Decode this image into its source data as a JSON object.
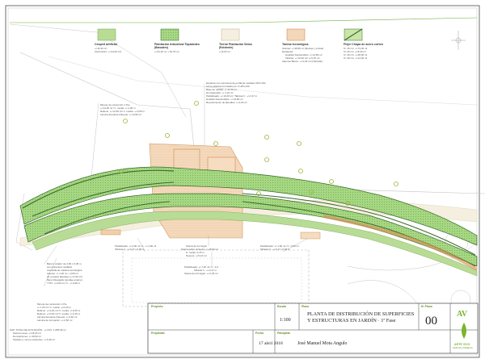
{
  "legend": [
    {
      "name": "Césped artificial",
      "lines": [
        "+/-11,50 m²",
        "(Suministro: +/-24,00 m²)"
      ],
      "color": "#b8dc95"
    },
    {
      "name": "Plantación Arbustiva/ Tapizantes",
      "sub": "(Bancales)",
      "lines": [
        "+/-61,20 m² + 81,70 m²"
      ],
      "color": "#a6d782"
    },
    {
      "name": "Tierra/ Plantación Setos",
      "sub": "(Existente)",
      "lines": [
        "+/-8,20 m²"
      ],
      "color": "#f5efe0"
    },
    {
      "name": "Tarima tecnológica",
      "lines": [
        "Soleras: +/-38,80 m² (Rectas y mixtas)",
        "Escaleras:",
        "Huellas/ Descansillos: +/-13,80 m²",
        "Tabicas: +/-10,20 ml/ +/-5,15 m²",
        "Alamos/ Banco: +/-2,20 m² (Ofertado)"
      ],
      "color": "#f3cfa8"
    },
    {
      "name": "Fleje/ Chapa de acero corten",
      "lines": [
        "h= 15 cm: +/-73,40 ml",
        "h= 20 cm: +/-8,30 ml",
        "h= 30 cm: +/-28,00 ml",
        "h= 40 cm: +/-14,00 ml"
      ],
      "color": "#c9e6a8"
    }
  ],
  "annotations": {
    "pergola": [
      "Escalera con estructura de perfilería metálica UPN-160",
      "sobre pilastras formadas por 2 UPN-120",
      "Base de castilla: +/-11,50 m²",
      "Hormigonado: +/-1,23 m²",
      "Peldañeado: +/-10,20 ml / Tabicas h.: +/-0,17 m",
      "Huellas/ Descansillos: +/-13,80 m²",
      "Revestimiento de laterales: +/-2,20 m²"
    ],
    "muro1": [
      "Murete de contención 1 Pie",
      "+/-14,90 ml / h. media: +/-1,00 m",
      "Relleno: +/-12,50 m³/ h. media: +/-0,50 m",
      "Lámina drenante (Nueva): +/-14,50 m²"
    ],
    "banco": [
      "Banco 'volado' de 2,60 x 0,45 m.",
      "con estructura metálica",
      "revestida de madera tecnológica",
      "Asiento: +/-1,20 m² + 0,50 ml",
      "de remates laterales (+/-0,30 m²)",
      "Muro/ Respaldo (anclaje amarre)",
      "? PN: +/-2,60 ml / h.: +/-0,90 m"
    ],
    "muro2": [
      "Murete de contención 1 Pie",
      "+/-7,20 ml / h. media: +/-0,20 m",
      "Relleno: +/-3,20 m³/ h. media: +/-0,45 m",
      "Relleno: +/-0,60 m³/ h. media: +/-0,15 m",
      "Lámina drenante (Nueva): +/-3,60 m²",
      "Lámina de formación: +/-2,50 m²"
    ],
    "sup": [
      "SUP. TOTAL DE ACTUACIÓN : +/-XXX: 1.055,30 m²",
      "Solera nueva: +/-18,20 m²",
      "Demoliciones: +/-40,50 m²",
      "Solados y muros existentes: +/-6,30 m²"
    ],
    "pelda1": [
      "Peldañeado: +/-2,00 ml / h.: +/-1,90 ml",
      "Tabicas h.: +/-0,17 / 0,18 m"
    ],
    "solera": [
      "Solera de hormigón",
      "Solera sobre cimiento: +/-28,00 m²",
      "H. medio: 0,15 m",
      "Nuevos: +/-5,10 m²"
    ],
    "pelda2": [
      "Peldañeado: +/-1,50 ml / h.: 0,90 ml",
      "Tabicas h.: +/-0,17 / 0,18 m"
    ],
    "pelda3": [
      "Peldañeado: +/-7,20 ml / h.: 4,6",
      "Tabicas h.: +/-0,17 m",
      "Solera de hormigón: +/-2,35 m²"
    ]
  },
  "title_block": {
    "proyecto_label": "Proyecto",
    "escala_label": "Escala",
    "escala": "1:100",
    "plano_label": "Plano",
    "plano_title_1": "PLANTA DE DISTRIBUCIÓN DE SUPERFICIES",
    "plano_title_2": "Y ESTRUCTURAS EN JARDÍN · 1ª Fase",
    "num_label": "Nº Plano",
    "num": "00",
    "propiedad_label": "Propiedad",
    "fecha_label": "Fecha",
    "fecha": "17 abril 2018",
    "paisajista_label": "Paisajista",
    "paisajista": "José Manuel Mota Angulo",
    "logo_letters": "AV",
    "logo_text": "ARTE VIVO",
    "logo_sub": "Jardinería y Paisajismo"
  },
  "colors": {
    "grass": "#b8dc95",
    "planting": "#a6d782",
    "deck": "#f3cfa8",
    "soil": "#f5efe0",
    "corten": "#3a6b2b",
    "tree": "#9ab33a",
    "logo": "#79b62b"
  }
}
